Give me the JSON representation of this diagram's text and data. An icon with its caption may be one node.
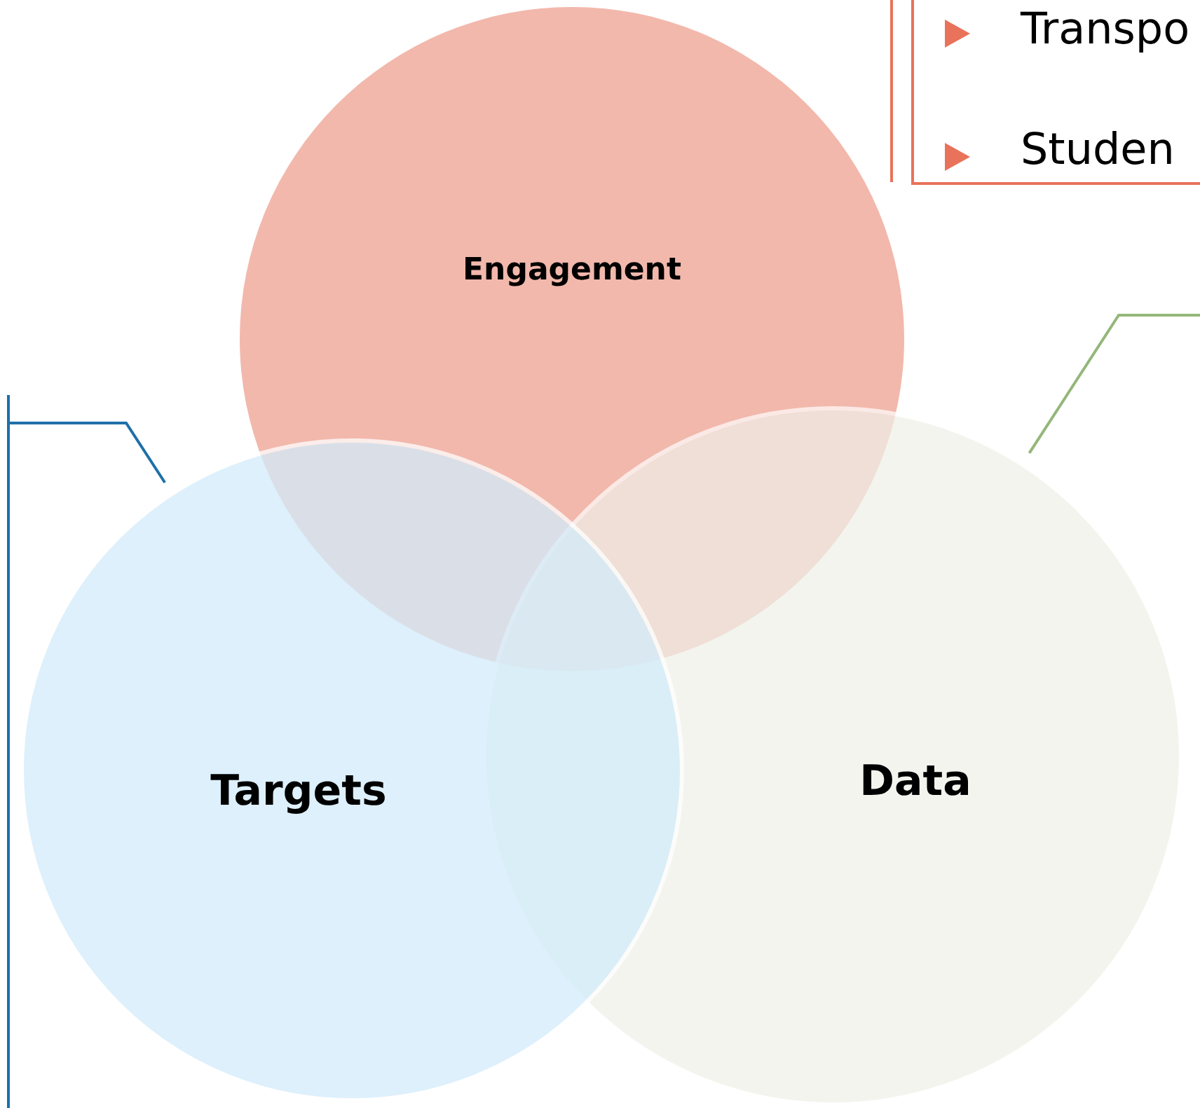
{
  "diagram": {
    "nodes": [
      {
        "text": [
          "Transpo",
          "Studen"
        ]
      },
      {
        "text": [
          "Engagement"
        ]
      },
      {
        "text": [
          "Targets"
        ]
      },
      {
        "text": [
          "Data"
        ]
      },
      {
        "text": [],
        "shape": "box"
      }
    ],
    "edges": [
      {
        "from": 4,
        "to": 2,
        "arrow": "none",
        "color": "#1f6fa8"
      },
      {
        "from": null,
        "to": 3,
        "arrow": "none",
        "color": "#94b77a"
      }
    ]
  }
}
